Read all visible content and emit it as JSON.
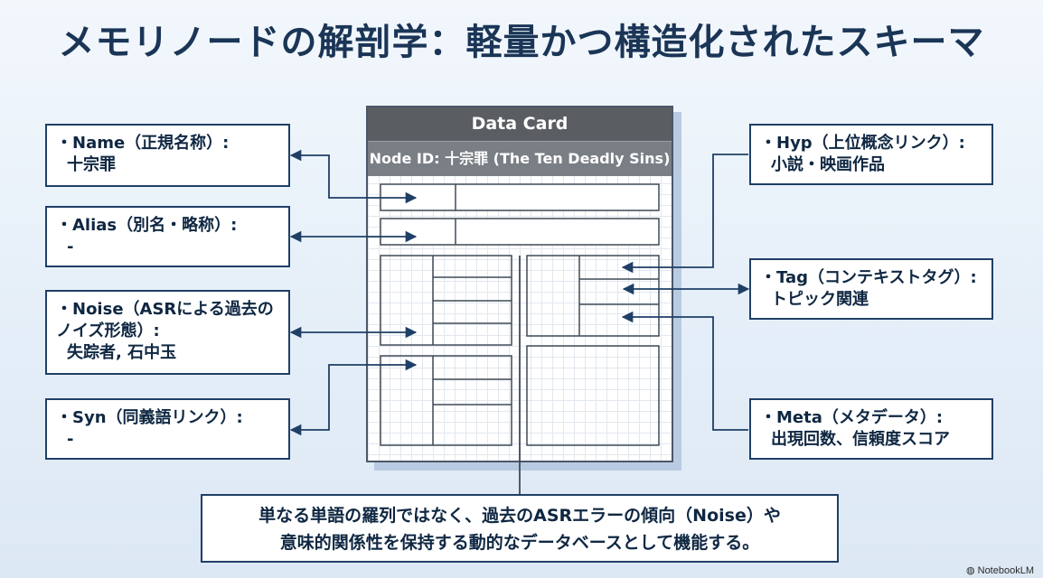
{
  "title": "メモリノードの解剖学：軽量かつ構造化されたスキーマ",
  "card": {
    "header": "Data Card",
    "node_id": "Node ID: 十宗罪 (The Ten Deadly Sins)"
  },
  "left_boxes": [
    {
      "label": "・Name（正規名称）:",
      "value": "十宗罪"
    },
    {
      "label": "・Alias（別名・略称）:",
      "value": "-"
    },
    {
      "label": "・Noise（ASRによる過去の\nノイズ形態）:",
      "value": "失踪者, 石中玉"
    },
    {
      "label": "・Syn（同義語リンク）:",
      "value": "-"
    }
  ],
  "right_boxes": [
    {
      "label": "・Hyp（上位概念リンク）:",
      "value": "小説・映画作品"
    },
    {
      "label": "・Tag（コンテキストタグ）:",
      "value": "トピック関連"
    },
    {
      "label": "・Meta（メタデータ）:",
      "value": "出現回数、信頼度スコア"
    }
  ],
  "bottom_note": {
    "line1": "単なる単語の羅列ではなく、過去のASRエラーの傾向（Noise）や",
    "line2": "意味的関係性を保持する動的なデータベースとして機能する。"
  },
  "logo": "NotebookLM",
  "colors": {
    "navy": "#1f3f66",
    "card_header": "#5a5e63",
    "card_sub": "#7a7f86"
  }
}
